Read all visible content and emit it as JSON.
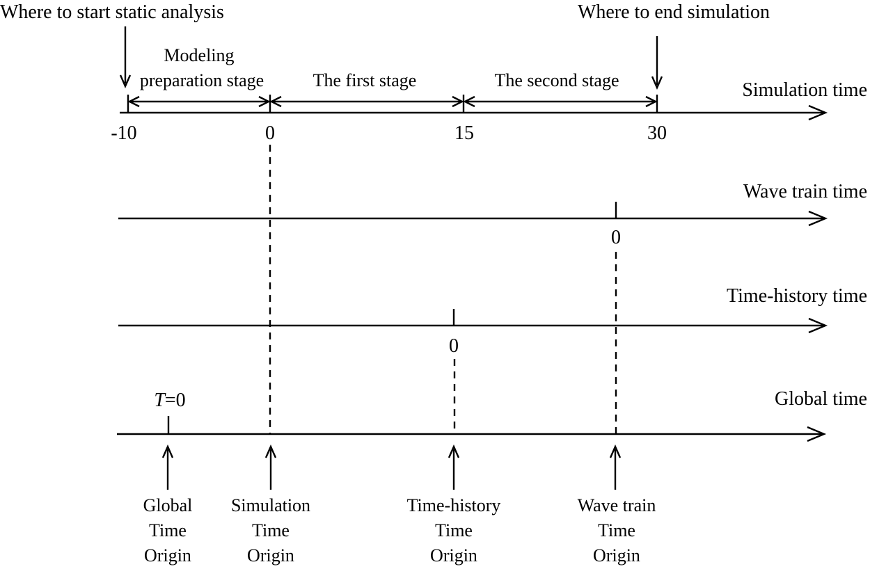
{
  "top_labels": {
    "start": "Where to start static analysis",
    "end": "Where to end simulation"
  },
  "stages": [
    {
      "line1": "Modeling",
      "line2": "preparation stage"
    },
    {
      "line1": "The first stage"
    },
    {
      "line1": "The second stage"
    }
  ],
  "axes": {
    "simulation": {
      "label": "Simulation time",
      "ticks": [
        "-10",
        "0",
        "15",
        "30"
      ]
    },
    "wave_train": {
      "label": "Wave train time",
      "zero": "0"
    },
    "time_history": {
      "label": "Time-history time",
      "zero": "0"
    },
    "global": {
      "label": "Global time",
      "t_var": "T",
      "t_eq": "=0"
    }
  },
  "origins": [
    {
      "lines": [
        "Global",
        "Time",
        "Origin"
      ]
    },
    {
      "lines": [
        "Simulation",
        "Time",
        "Origin"
      ]
    },
    {
      "lines": [
        "Time-history",
        "Time",
        "Origin"
      ]
    },
    {
      "lines": [
        "Wave train",
        "Time",
        "Origin"
      ]
    }
  ]
}
